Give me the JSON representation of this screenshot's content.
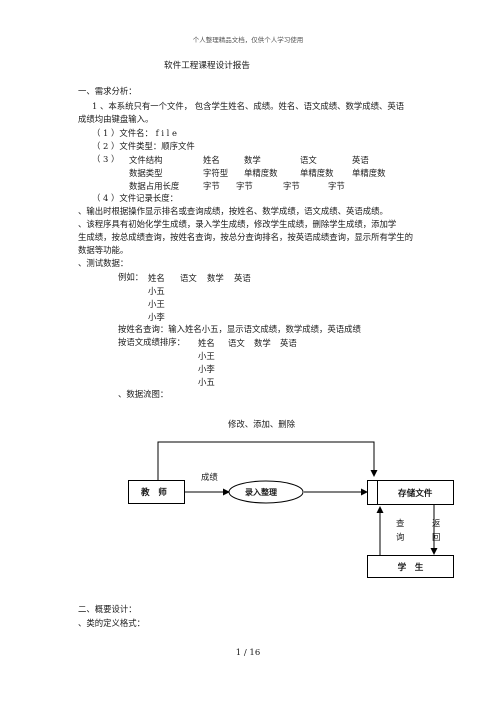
{
  "header": "个人整理精品文档，仅供个人学习使用",
  "title": "软件工程课程设计报告",
  "sections": {
    "requirements": "一、需求分析：",
    "design": "二、概要设计："
  },
  "paragraphs": {
    "p1a": "1 、本系统只有一个文件，  包含学生姓名、成绩。姓名、语文成绩、数学成绩、英语",
    "p1b": "成绩均由键盘输入。",
    "i1": "（ 1 ）文件名： f  i  l  e",
    "i2": "（ 2 ）文件类型：顺序文件",
    "i3": "（ 3 ）",
    "i4": "（ 4 ）文件记录长度：",
    "l1": "、输出时根据操作显示排名或查询成绩，按姓名、数学成绩，语文成绩、英语成绩。",
    "l2a": "、该程序具有初始化学生成绩，录入学生成绩，修改学生成绩，删除学生成绩，添加学",
    "l2b": "生成绩，按总成绩查询，按姓名查询，按总分查询排名，按英语成绩查询，显示所有学生的",
    "l2c": "数据等功能。",
    "l3": "、测试数据：",
    "ex": "例如：",
    "q1": "按姓名查询：输入姓名小五，显示语文成绩，数学成绩，英语成绩",
    "q2": "按语文成绩排序：",
    "flow": "、数据流图：",
    "cls": "、类的定义格式："
  },
  "file_table": {
    "row1": [
      "文件结构",
      "姓名",
      "数学",
      "语文",
      "英语"
    ],
    "row2": [
      "数据类型",
      "字符型",
      "单精度数",
      "单精度数",
      "单精度数"
    ],
    "row3": [
      "数据占用长度",
      "字节",
      "字节",
      "字节",
      "字节"
    ]
  },
  "test_header": [
    "姓名",
    "语文",
    "数学",
    "英语"
  ],
  "test_names": [
    "小五",
    "小王",
    "小李"
  ],
  "sort_header": [
    "姓名",
    "语文",
    "数学",
    "英语"
  ],
  "sort_names": [
    "小王",
    "小李",
    "小五"
  ],
  "diagram": {
    "top_label": "修改、添加、删除",
    "score_label": "成绩",
    "teacher": "教　师",
    "entry": "录入整理",
    "storage": "存储文件",
    "query": [
      "查",
      "询"
    ],
    "back": [
      "返",
      "回"
    ],
    "student": "学　生"
  },
  "footer": "1 / 16"
}
